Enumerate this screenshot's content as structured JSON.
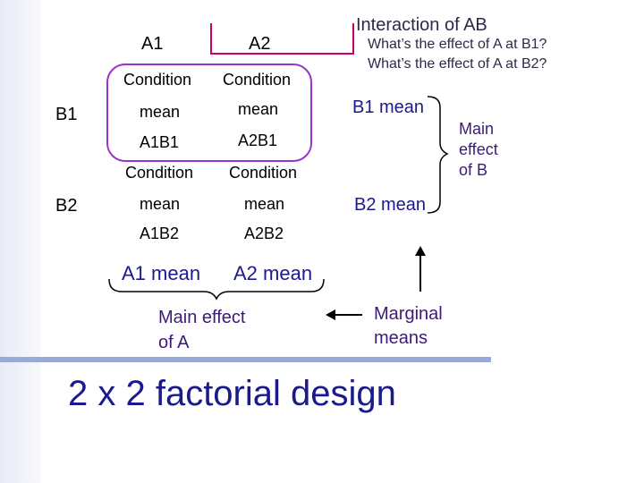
{
  "columns": {
    "a1": "A1",
    "a2": "A2"
  },
  "rows": {
    "b1": "B1",
    "b2": "B2"
  },
  "cells": {
    "a1b1": [
      "Condition",
      "mean",
      "A1B1"
    ],
    "a2b1": [
      "Condition",
      "mean",
      "A2B1"
    ],
    "a1b2": [
      "Condition",
      "mean",
      "A1B2"
    ],
    "a2b2": [
      "Condition",
      "mean",
      "A2B2"
    ]
  },
  "interaction": {
    "title": "Interaction of AB",
    "question1": "What’s the effect of A at B1?",
    "question2": "What’s the effect of A at B2?"
  },
  "row_means": {
    "b1": "B1 mean",
    "b2": "B2 mean"
  },
  "main_effect_b": [
    "Main",
    "effect",
    "of B"
  ],
  "col_means": {
    "a1": "A1 mean",
    "a2": "A2 mean"
  },
  "main_effect_a": [
    "Main effect",
    "of A"
  ],
  "marginal": [
    "Marginal",
    "means"
  ],
  "slide_title": "2 x 2 factorial design",
  "colors": {
    "magenta": "#cc0066",
    "purple": "#9933cc",
    "title_blue": "#1a1a8c",
    "bar": "#9aaad6"
  }
}
